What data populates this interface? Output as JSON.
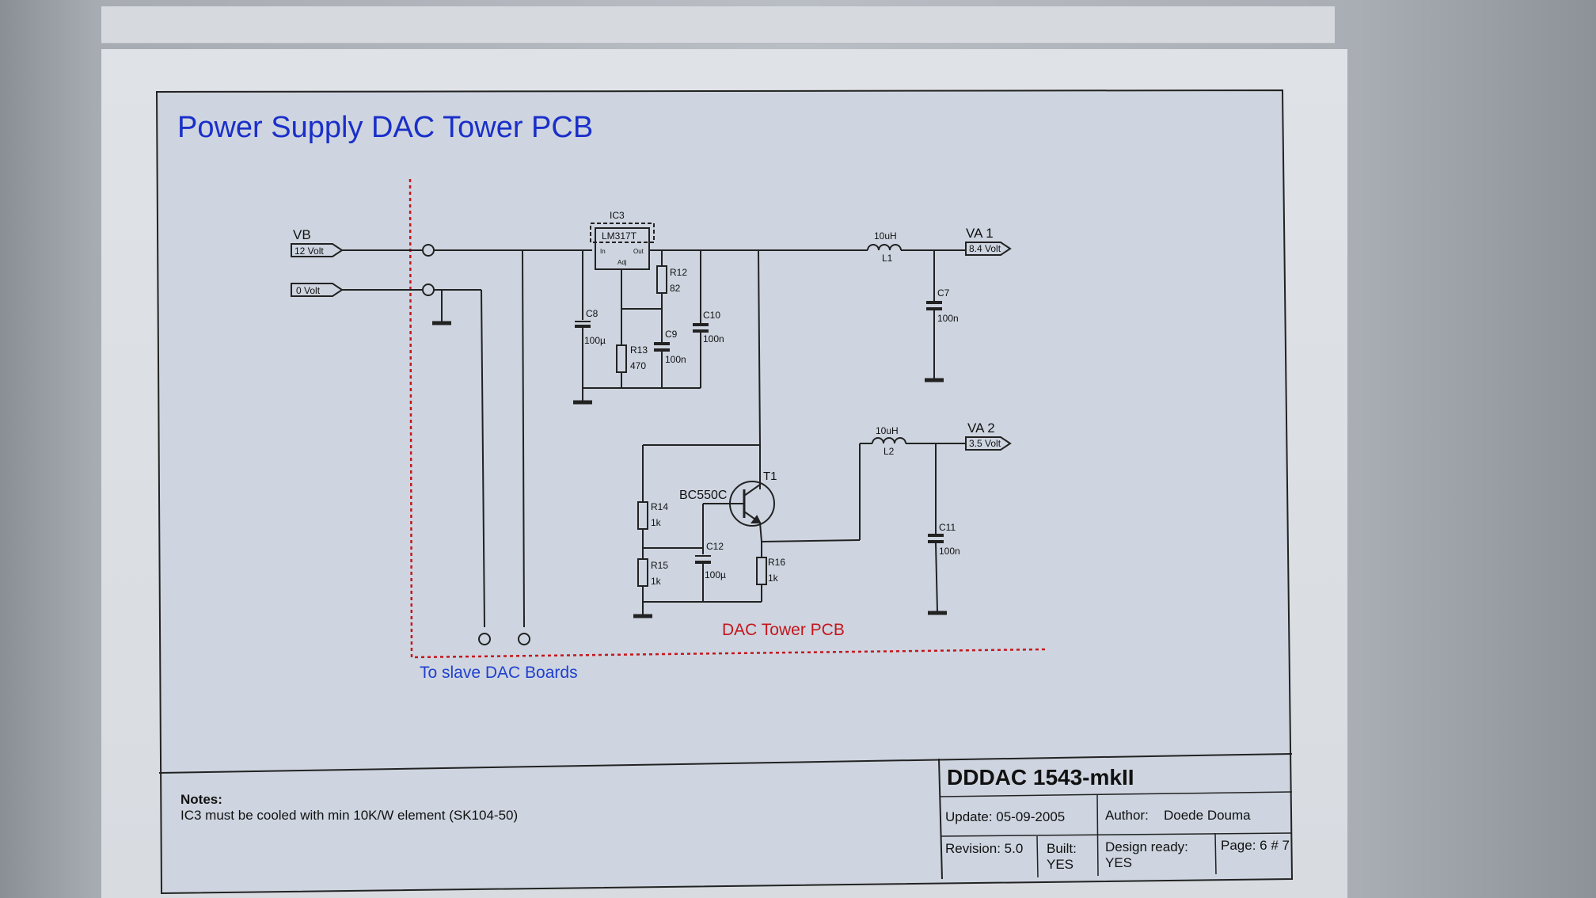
{
  "title": "Power Supply DAC Tower PCB",
  "labels": {
    "to_slave": "To slave DAC Boards",
    "dac_tower": "DAC Tower PCB"
  },
  "ports": {
    "vb_name": "VB",
    "vb_value": "12 Volt",
    "gnd_value": "0 Volt",
    "va1_name": "VA 1",
    "va1_value": "8.4 Volt",
    "va2_name": "VA 2",
    "va2_value": "3.5 Volt"
  },
  "components": {
    "ic3_ref": "IC3",
    "ic3_part": "LM317T",
    "ic3_in": "In",
    "ic3_out": "Out",
    "ic3_adj": "Adj",
    "r12": "R12",
    "r12_val": "82",
    "r13": "R13",
    "r13_val": "470",
    "c8": "C8",
    "c8_val": "100µ",
    "c9": "C9",
    "c9_val": "100n",
    "c10": "C10",
    "c10_val": "100n",
    "l1": "L1",
    "l1_val": "10uH",
    "c7": "C7",
    "c7_val": "100n",
    "l2": "L2",
    "l2_val": "10uH",
    "c11": "C11",
    "c11_val": "100n",
    "t1": "T1",
    "t1_part": "BC550C",
    "r14": "R14",
    "r14_val": "1k",
    "r15": "R15",
    "r15_val": "1k",
    "r16": "R16",
    "r16_val": "1k",
    "c12": "C12",
    "c12_val": "100µ"
  },
  "notes": {
    "heading": "Notes:",
    "text": "IC3 must be cooled with min 10K/W element (SK104-50)"
  },
  "title_block": {
    "project": "DDDAC 1543-mkII",
    "update": "Update:  05-09-2005",
    "author_label": "Author:",
    "author": "Doede Douma",
    "revision": "Revision:  5.0",
    "built_label": "Built:",
    "built": "YES",
    "design_label": "Design ready:",
    "design": "YES",
    "page": "Page: 6 # 7"
  }
}
